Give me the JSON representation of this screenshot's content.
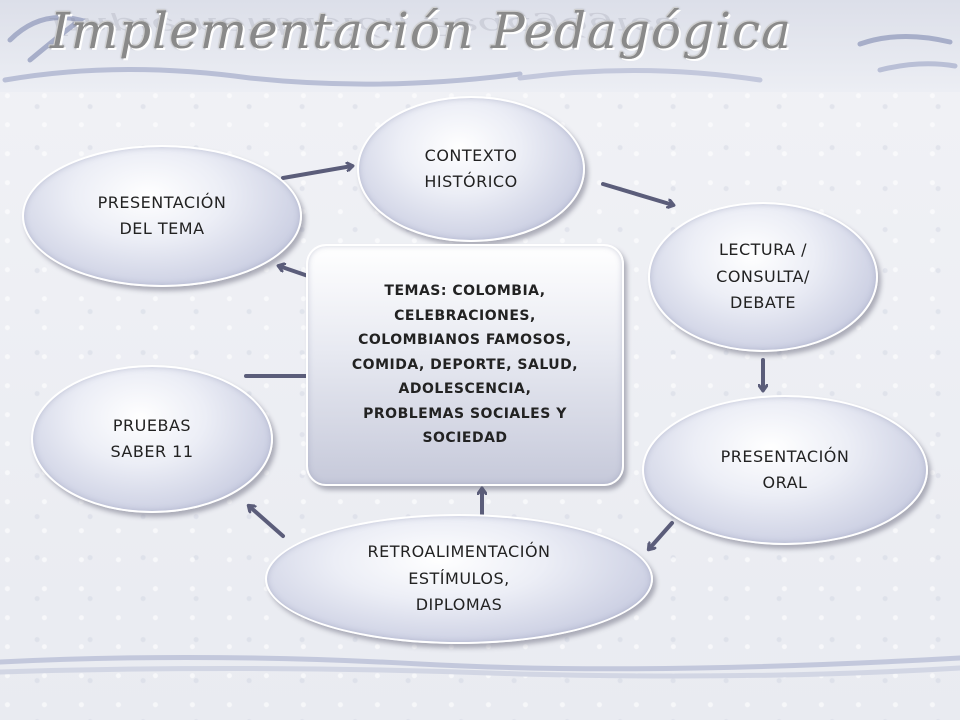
{
  "title": "Implementación Pedagógica",
  "colors": {
    "arrow": "#5b5d7a",
    "node_border": "#ffffff",
    "title": "#8a8a8a"
  },
  "center": {
    "text": "TEMAS: COLOMBIA,\nCELEBRACIONES,\nCOLOMBIANOS FAMOSOS,\nCOMIDA, DEPORTE, SALUD,\nADOLESCENCIA,\nPROBLEMAS SOCIALES Y\nSOCIEDAD"
  },
  "nodes": {
    "contexto": "CONTEXTO\nHISTÓRICO",
    "lectura": "LECTURA /\nCONSULTA/\nDEBATE",
    "presentacion_oral": "PRESENTACIÓN\nORAL",
    "retroalimentacion": "RETROALIMENTACIÓN\nESTÍMULOS,\nDIPLOMAS",
    "pruebas": "PRUEBAS\nSABER 11",
    "presentacion_tema": "PRESENTACIÓN\nDEL TEMA"
  }
}
